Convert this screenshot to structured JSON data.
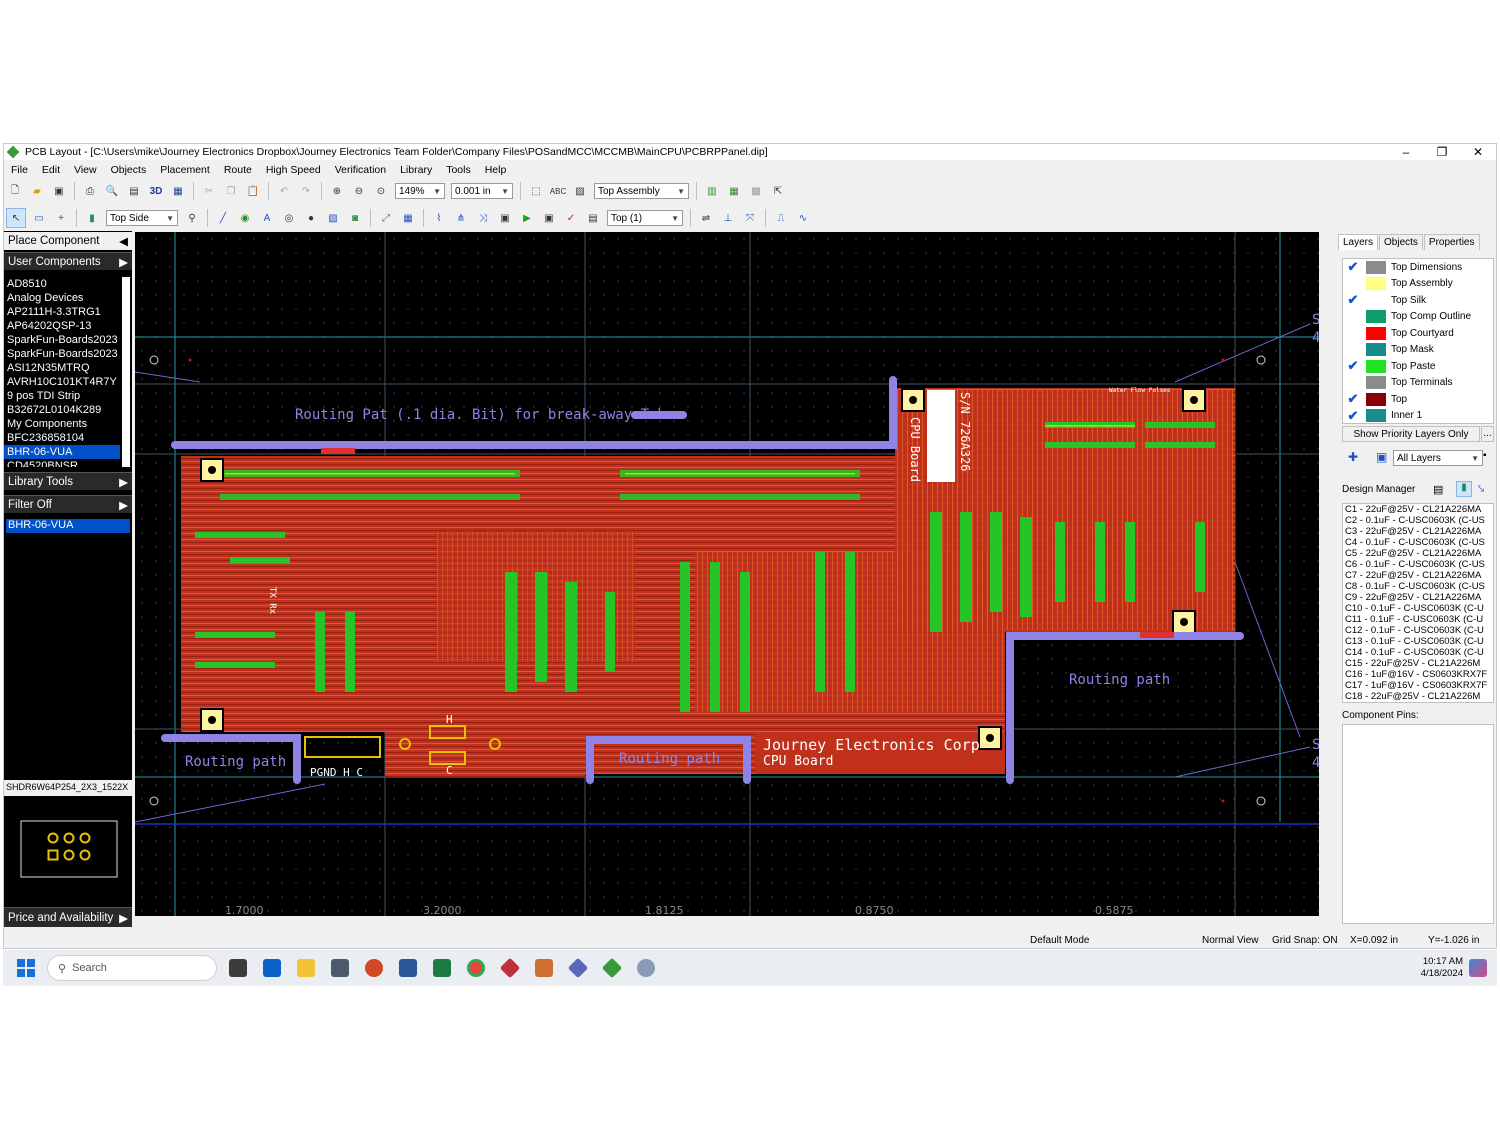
{
  "window": {
    "title": "PCB Layout - [C:\\Users\\mike\\Journey Electronics Dropbox\\Journey Electronics Team Folder\\Company Files\\POSandMCC\\MCCMB\\MainCPU\\PCBRPPanel.dip]",
    "min": "–",
    "max": "❐",
    "close": "✕"
  },
  "menu": [
    "File",
    "Edit",
    "View",
    "Objects",
    "Placement",
    "Route",
    "High Speed",
    "Verification",
    "Library",
    "Tools",
    "Help"
  ],
  "toolbar1": {
    "zoom": "149%",
    "grid": "0.001 in",
    "layer_view": "Top Assembly",
    "btn3d": "3D"
  },
  "toolbar2": {
    "side": "Top Side",
    "layer": "Top (1)"
  },
  "left_panel": {
    "place_component": "Place Component",
    "user_components": "User Components",
    "components": [
      "AD8510",
      "Analog Devices",
      "AP2111H-3.3TRG1",
      "AP64202QSP-13",
      "SparkFun-Boards2023",
      "SparkFun-Boards2023",
      "ASI12N35MTRQ",
      "AVRH10C101KT4R7Y",
      "9 pos TDI Strip",
      "B32672L0104K289",
      "My Components",
      "BFC236858104",
      "BHR-06-VUA",
      "CD4520BNSR"
    ],
    "selected_component": "BHR-06-VUA",
    "library_tools": "Library Tools",
    "filter": "Filter Off",
    "filter_selected": "BHR-06-VUA",
    "package_name": "SHDR6W64P254_2X3_1522X",
    "price": "Price and Availability"
  },
  "canvas": {
    "routing_pat_label": "Routing Pat (.1 dia. Bit) for break-away Tabs",
    "routing_path_label": "Routing path",
    "company_label": "Journey Electronics Corp",
    "board_label": "CPU Board",
    "vertical_label": "CPU Board",
    "serial_label": "S/N 726A326",
    "pgnd_label": "PGND H C",
    "h_label": "H",
    "c_label": "C",
    "flow_label": "Water Flow Pulses",
    "rx_label": "TX Rx",
    "ruler": [
      "1.7000",
      "3.2000",
      "1.8125",
      "0.8750",
      "0.5875"
    ],
    "edge_labels": [
      "S",
      "4",
      "S",
      "4"
    ]
  },
  "right_panel": {
    "tabs": [
      "Layers",
      "Objects",
      "Properties"
    ],
    "layers": [
      {
        "name": "Top Dimensions",
        "checked": true,
        "color": "#8c8c8c"
      },
      {
        "name": "Top Assembly",
        "checked": false,
        "color": "#ffff80"
      },
      {
        "name": "Top Silk",
        "checked": true,
        "color": "#ffffff"
      },
      {
        "name": "Top Comp Outline",
        "checked": false,
        "color": "#0f9d6a"
      },
      {
        "name": "Top Courtyard",
        "checked": false,
        "color": "#ff0000"
      },
      {
        "name": "Top Mask",
        "checked": false,
        "color": "#168c8c"
      },
      {
        "name": "Top Paste",
        "checked": true,
        "color": "#22e022"
      },
      {
        "name": "Top Terminals",
        "checked": false,
        "color": "#8c8c8c"
      },
      {
        "name": "Top",
        "checked": true,
        "color": "#8b0000"
      },
      {
        "name": "Inner 1",
        "checked": true,
        "color": "#1a8c8c"
      }
    ],
    "priority_btn": "Show Priority Layers Only",
    "more": "...",
    "all_layers": "All Layers",
    "design_manager": "Design Manager",
    "components": [
      "C1 - 22uF@25V - CL21A226MA",
      "C2 - 0.1uF - C-USC0603K (C-US",
      "C3 - 22uF@25V - CL21A226MA",
      "C4 - 0.1uF - C-USC0603K (C-US",
      "C5 - 22uF@25V - CL21A226MA",
      "C6 - 0.1uF - C-USC0603K (C-US",
      "C7 - 22uF@25V - CL21A226MA",
      "C8 - 0.1uF - C-USC0603K (C-US",
      "C9 - 22uF@25V - CL21A226MA",
      "C10 - 0.1uF - C-USC0603K (C-U",
      "C11 - 0.1uF - C-USC0603K (C-U",
      "C12 - 0.1uF - C-USC0603K (C-U",
      "C13 - 0.1uF - C-USC0603K (C-U",
      "C14 - 0.1uF - C-USC0603K (C-U",
      "C15 - 22uF@25V - CL21A226M",
      "C16 - 1uF@16V - CS0603KRX7F",
      "C17 - 1uF@16V - CS0603KRX7F",
      "C18 - 22uF@25V - CL21A226M"
    ],
    "component_pins": "Component Pins:"
  },
  "status": {
    "mode": "Default Mode",
    "view": "Normal View",
    "grid": "Grid Snap: ON",
    "x": "X=0.092 in",
    "y": "Y=-1.026 in"
  },
  "taskbar": {
    "search": "Search",
    "time": "10:17 AM",
    "date": "4/18/2024"
  },
  "colors": {
    "board": "#c0301a",
    "route": "#8f84e6",
    "outline": "#27b6b6",
    "accent": "#0050c8"
  }
}
